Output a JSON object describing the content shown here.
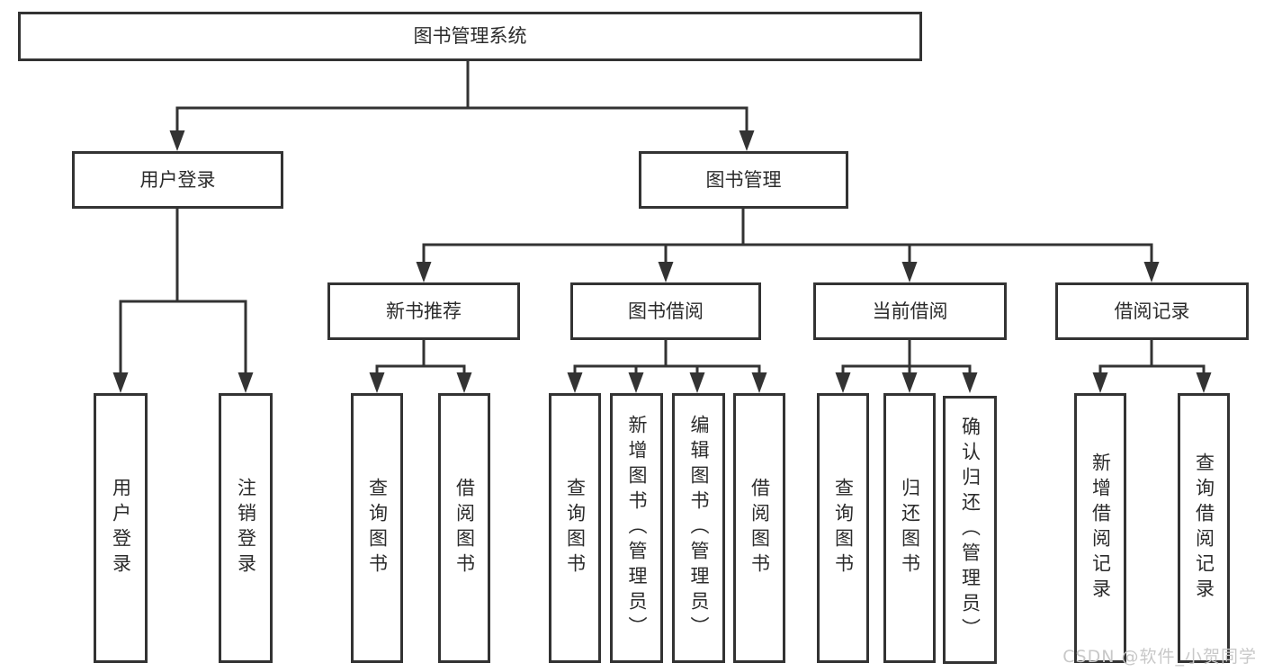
{
  "tree": {
    "root": "图书管理系统",
    "branches": [
      {
        "label": "用户登录",
        "children": [
          "用户登录",
          "注销登录"
        ]
      },
      {
        "label": "图书管理",
        "groups": [
          {
            "label": "新书推荐",
            "children": [
              "查询图书",
              "借阅图书"
            ]
          },
          {
            "label": "图书借阅",
            "children": [
              "查询图书",
              "新增图书（管理员）",
              "编辑图书（管理员）",
              "借阅图书"
            ]
          },
          {
            "label": "当前借阅",
            "children": [
              "查询图书",
              "归还图书",
              "确认归还（管理员）"
            ]
          },
          {
            "label": "借阅记录",
            "children": [
              "新增借阅记录",
              "查询借阅记录"
            ]
          }
        ]
      }
    ]
  },
  "watermark": "CSDN @软件_小贺同学",
  "colors": {
    "line": "#333333",
    "text": "#2b2b2b",
    "watermark": "#c8c8c8",
    "background": "#ffffff"
  }
}
